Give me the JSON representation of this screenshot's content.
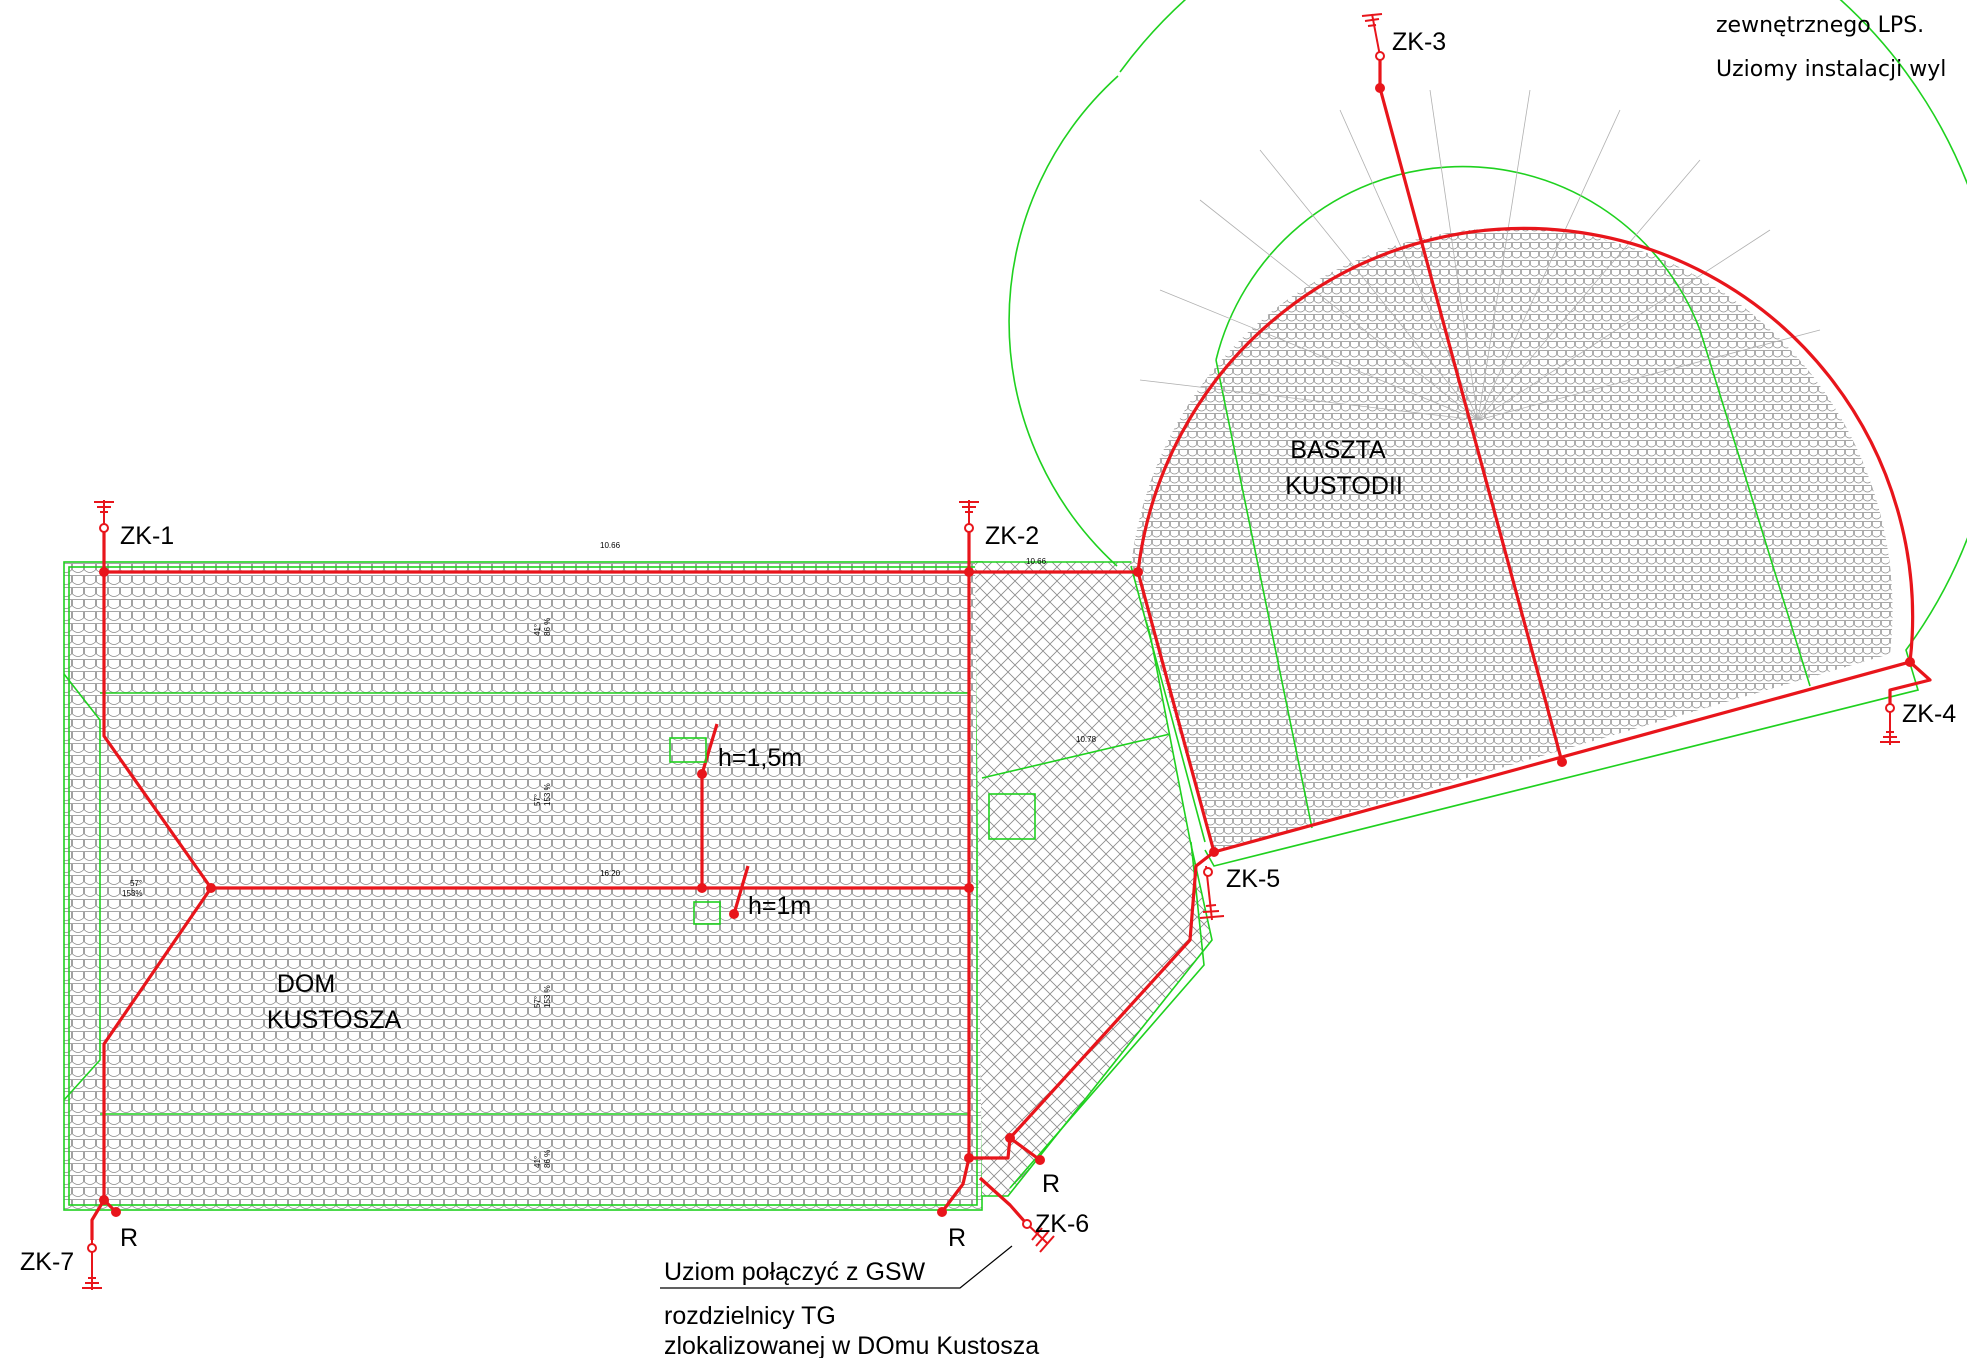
{
  "notes": {
    "line1": "zewnętrznego LPS.",
    "line2": "Uziomy instalacji wyl"
  },
  "buildings": {
    "dom": [
      "DOM",
      "KUSTOSZA"
    ],
    "baszta": [
      "BASZTA",
      "KUSTODII"
    ]
  },
  "earth_terminals": [
    "ZK-1",
    "ZK-2",
    "ZK-3",
    "ZK-4",
    "ZK-5",
    "ZK-6",
    "ZK-7"
  ],
  "heights": {
    "rod1": "h=1,5m",
    "rod2": "h=1m"
  },
  "r_labels": [
    "R",
    "R",
    "R"
  ],
  "levels": [
    "10.66",
    "10.66",
    "10.78",
    "16.20"
  ],
  "slopes": [
    "41°",
    "86 %",
    "57°",
    "153 %",
    "57°",
    "153 %",
    "41°",
    "86 %",
    "57°",
    "153%"
  ],
  "annotation": {
    "line1": "Uziom połączyć z GSW",
    "line2": "rozdzielnicy TG",
    "line3": "zlokalizowanej w DOmu Kustosza"
  },
  "colors": {
    "conductor": "#e8151b",
    "roof_outline": "#1fd11f",
    "hatch": "#8a8a8a"
  }
}
